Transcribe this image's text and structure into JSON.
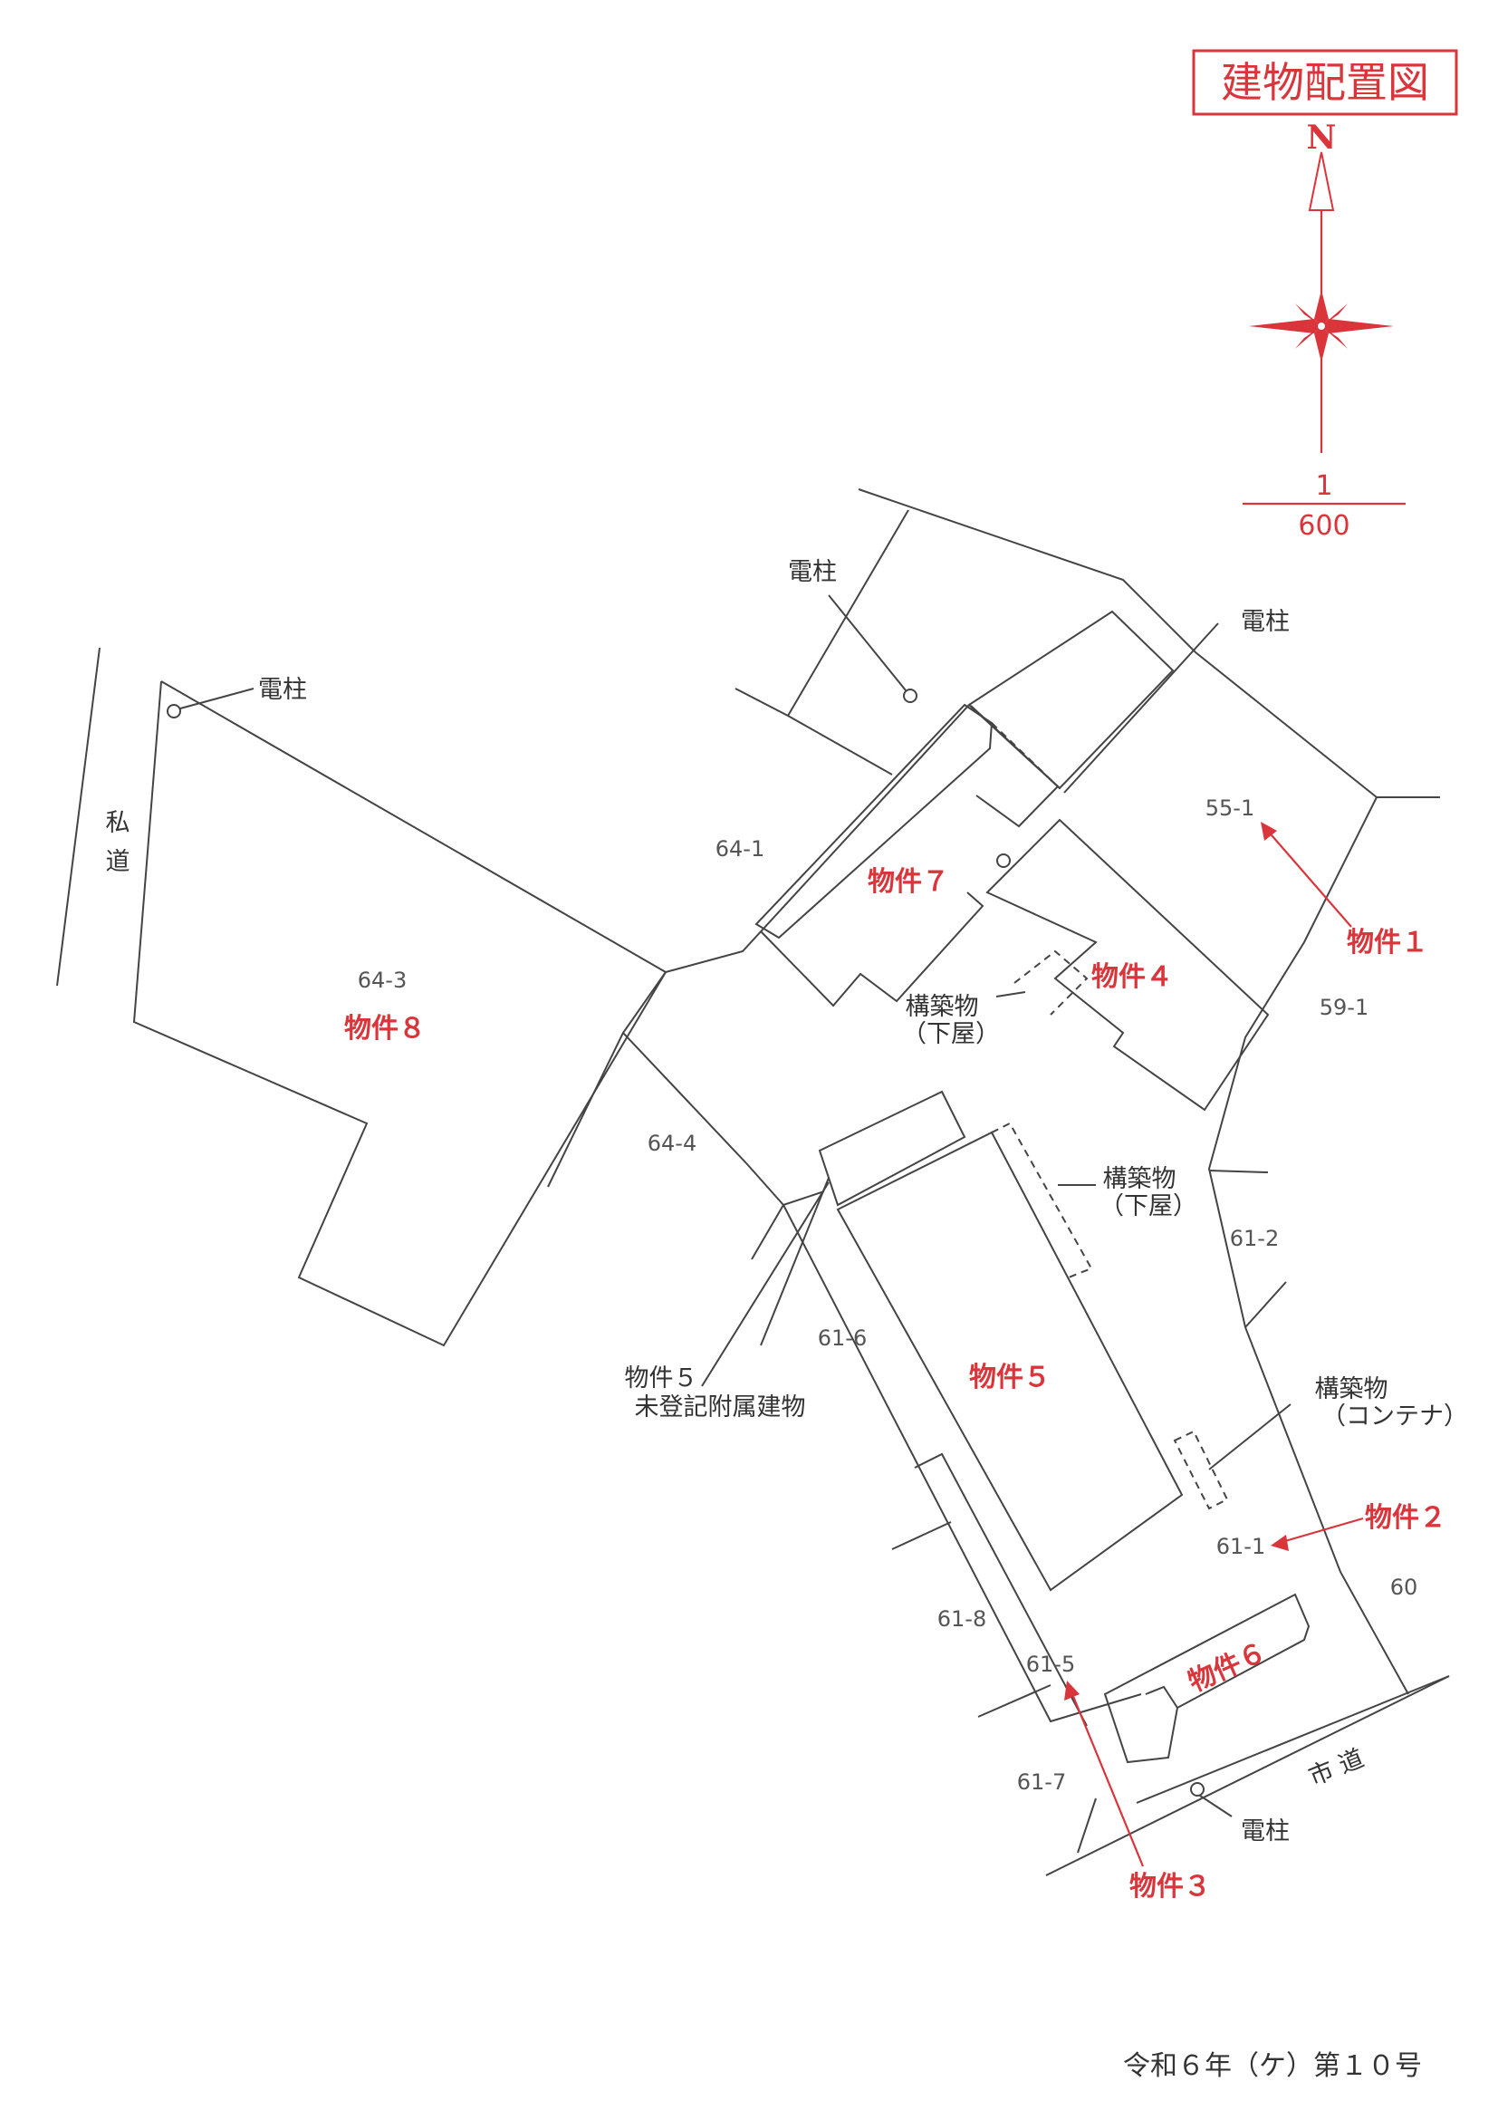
{
  "title": "建物配置図",
  "north_label": "N",
  "scale": {
    "numerator": "1",
    "denominator": "600"
  },
  "parcels": {
    "p55_1": "55-1",
    "p59_1": "59-1",
    "p64_1": "64-1",
    "p64_3": "64-3",
    "p64_4": "64-4",
    "p61_2": "61-2",
    "p61_6": "61-6",
    "p61_1": "61-1",
    "p60": "60",
    "p61_8": "61-8",
    "p61_5": "61-5",
    "p61_7": "61-7"
  },
  "properties": {
    "prop1": "物件１",
    "prop2": "物件２",
    "prop3": "物件３",
    "prop4": "物件４",
    "prop5": "物件５",
    "prop6": "物件６",
    "prop7": "物件７",
    "prop8": "物件８"
  },
  "annotations": {
    "pole": "電柱",
    "private_road_1": "私",
    "private_road_2": "道",
    "structure": "構築物",
    "annex": "（下屋）",
    "container": "（コンテナ）",
    "prop5_note_1": "物件５",
    "prop5_note_2": "未登記附属建物",
    "city_road": "市 道"
  },
  "footer": "令和６年（ケ）第１０号",
  "colors": {
    "accent": "#d9353b",
    "line": "#444444"
  }
}
